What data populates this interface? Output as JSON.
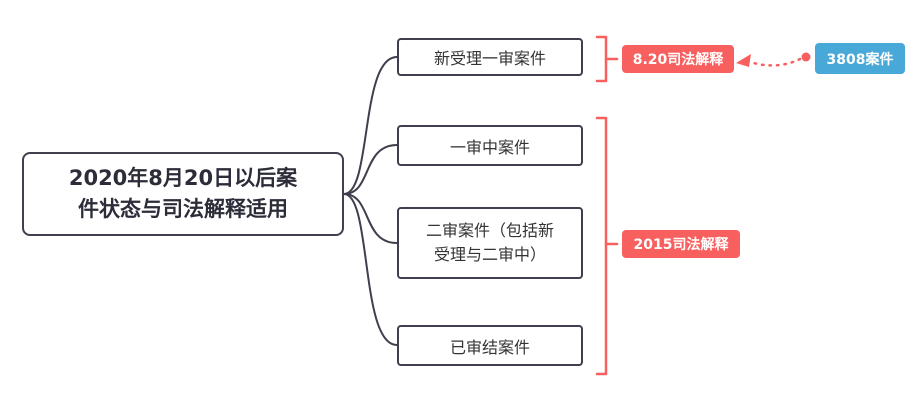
{
  "diagram": {
    "root": {
      "label": "2020年8月20日以后案件状态与司法解释适用"
    },
    "children": [
      {
        "label": "新受理一审案件"
      },
      {
        "label": "一审中案件"
      },
      {
        "label": "二审案件（包括新受理与二审中）"
      },
      {
        "label": "已审结案件"
      }
    ],
    "summaries": [
      {
        "label": "8.20司法解释",
        "color": "#f85f5f"
      },
      {
        "label": "2015司法解释",
        "color": "#f85f5f"
      }
    ],
    "callout": {
      "label": "3808案件",
      "color": "#48a8d8"
    },
    "line_color": "#3f3f4d"
  }
}
